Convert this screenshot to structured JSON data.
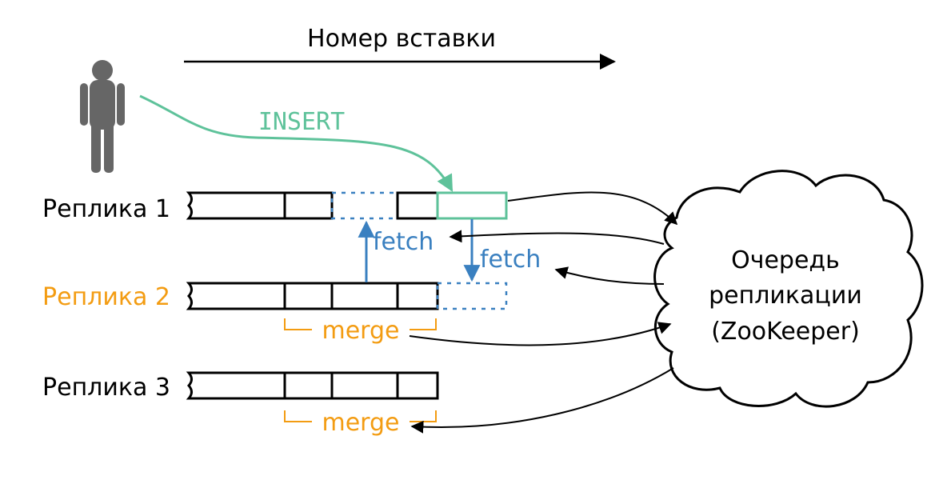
{
  "header": {
    "axis_label": "Номер вставки"
  },
  "user": {
    "icon": "person-icon",
    "action_label": "INSERT"
  },
  "replicas": [
    {
      "label": "Реплика 1",
      "color": "#000000"
    },
    {
      "label": "Реплика 2",
      "color": "#f39c12"
    },
    {
      "label": "Реплика 3",
      "color": "#000000"
    }
  ],
  "operations": {
    "fetch_up": "fetch",
    "fetch_down": "fetch",
    "merge_replica2": "merge",
    "merge_replica3": "merge"
  },
  "queue": {
    "line1": "Очередь",
    "line2": "репликации",
    "line3": "(ZooKeeper)"
  },
  "colors": {
    "insert": "#5ec29a",
    "fetch": "#3a80c0",
    "merge": "#f39c12",
    "person": "#666666",
    "ink": "#000000"
  }
}
